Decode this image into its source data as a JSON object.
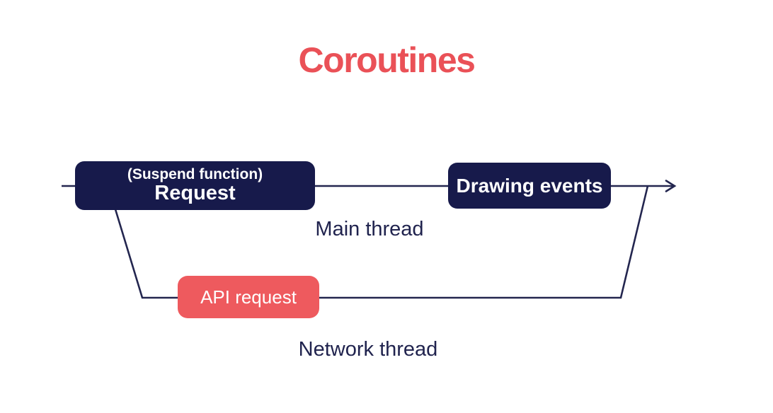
{
  "title": "Coroutines",
  "colors": {
    "title_red": "#ea5157",
    "navy_box": "#171a4b",
    "coral_box": "#ee5a5e",
    "line_navy": "#23264f",
    "label_navy": "#20234e",
    "background": "#ffffff"
  },
  "diagram": {
    "request_box": {
      "subtitle": "(Suspend function)",
      "label": "Request"
    },
    "drawing_events_box": {
      "label": "Drawing events"
    },
    "api_request_box": {
      "label": "API request"
    },
    "labels": {
      "main_thread": "Main thread",
      "network_thread": "Network thread"
    }
  }
}
